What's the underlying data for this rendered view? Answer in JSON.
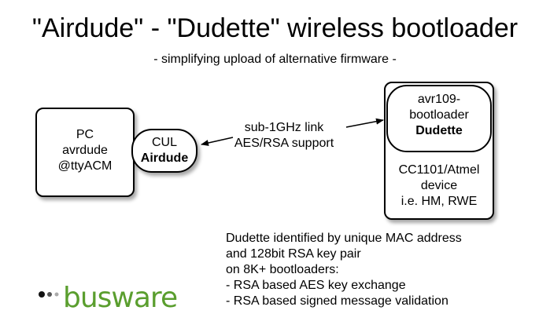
{
  "title": "\"Airdude\" - \"Dudette\" wireless bootloader",
  "subtitle": "- simplifying upload of alternative firmware -",
  "pc": {
    "lines": [
      "PC",
      "avrdude",
      "@ttyACM"
    ]
  },
  "cul": {
    "line1": "CUL",
    "line2": "Airdude"
  },
  "bootloader": {
    "line1": "avr109-",
    "line2": "bootloader",
    "line3": "Dudette"
  },
  "device": {
    "lines": [
      "CC1101/Atmel",
      "device",
      "i.e. HM, RWE"
    ]
  },
  "link": {
    "line1": "sub-1GHz link",
    "line2": "AES/RSA support"
  },
  "notes": [
    "Dudette identified by unique MAC address",
    "and 128bit RSA key pair",
    "on 8K+ bootloaders:",
    "- RSA based AES key exchange",
    "- RSA based signed message validation"
  ],
  "logo": {
    "text": "busware",
    "color": "#5a9e2e",
    "dot_colors": [
      "#111111",
      "#555555",
      "#aaaaaa"
    ]
  }
}
